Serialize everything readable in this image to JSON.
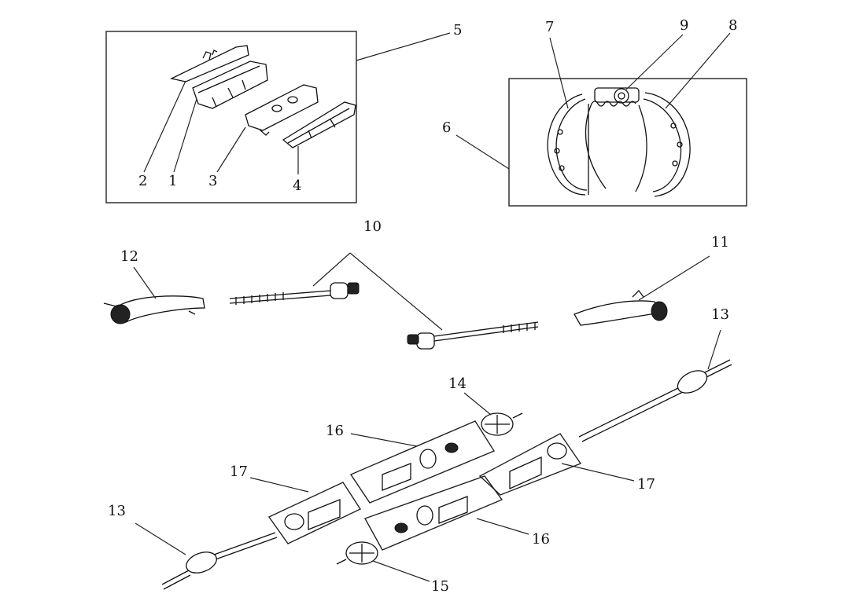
{
  "callouts": {
    "c1": "1",
    "c2": "2",
    "c3": "3",
    "c4": "4",
    "c5": "5",
    "c6": "6",
    "c7": "7",
    "c8": "8",
    "c9": "9",
    "c10": "10",
    "c11": "11",
    "c12": "12",
    "c13a": "13",
    "c13b": "13",
    "c14": "14",
    "c15": "15",
    "c16a": "16",
    "c16b": "16",
    "c17a": "17",
    "c17b": "17"
  },
  "colors": {
    "ink": "#111111",
    "background": "#ffffff"
  }
}
